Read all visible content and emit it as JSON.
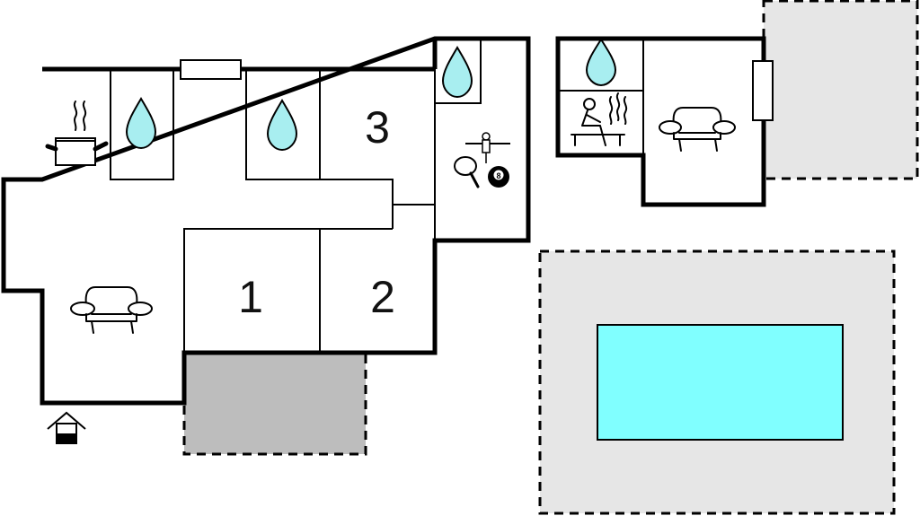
{
  "colors": {
    "outdoor_area": "#e6e6e6",
    "terrace": "#bdbdbd",
    "pool_water": "#80ffff",
    "water_drop": "#a8eef0",
    "walls": "#000000"
  },
  "rooms": {
    "bedroom_1_label": "1",
    "bedroom_2_label": "2",
    "bedroom_3_label": "3"
  },
  "icons": {
    "billiard_ball_number": "8"
  }
}
